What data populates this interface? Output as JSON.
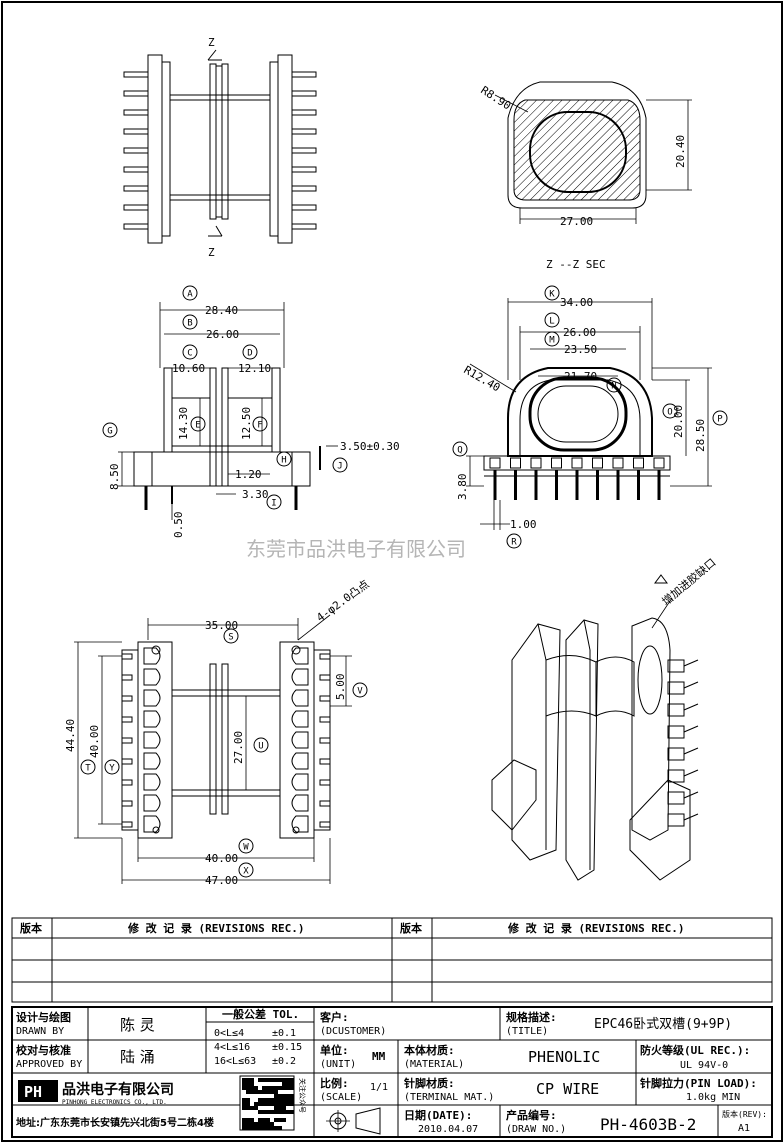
{
  "watermark": "东莞市品洪电子有限公司",
  "section_label": "Z --Z SEC",
  "cut_labels": {
    "top": "Z",
    "bottom": "Z"
  },
  "note": "增加进胶缺口",
  "pin_note": "4-φ2.0凸点",
  "dims": {
    "r890": "R8.90",
    "d2040": "20.40",
    "d2700": "27.00",
    "d2840": "28.40",
    "d2600": "26.00",
    "d1060": "10.60",
    "d1210": "12.10",
    "d1430": "14.30",
    "d1250": "12.50",
    "d350": "3.50±0.30",
    "d850": "8.50",
    "d120": "1.20",
    "d330": "3.30",
    "d050": "0.50",
    "d3400": "34.00",
    "d2600b": "26.00",
    "d2350": "23.50",
    "d2170": "21.70",
    "r1240": "R12.40",
    "d2000": "20.00",
    "d2850": "28.50",
    "d380": "3.80",
    "d100": "1.00",
    "d3500": "35.00",
    "d500": "5.00",
    "d4440": "44.40",
    "d4000": "40.00",
    "d2700b": "27.00",
    "d4000b": "40.00",
    "d4700": "47.00"
  },
  "circle_labels": [
    "A",
    "B",
    "C",
    "D",
    "E",
    "F",
    "G",
    "H",
    "I",
    "J",
    "K",
    "L",
    "M",
    "N",
    "O",
    "P",
    "Q",
    "R",
    "S",
    "T",
    "U",
    "V",
    "W",
    "X",
    "Y"
  ],
  "revisions": {
    "header_left_1": "版本",
    "header_left_2": "修 改 记 录 (REVISIONS REC.)",
    "header_right_1": "版本",
    "header_right_2": "修 改 记 录 (REVISIONS REC.)"
  },
  "title_block": {
    "drawn_label_cn": "设计与绘图",
    "drawn_label_en": "DRAWN BY",
    "drawn_by": "陈 灵",
    "approved_label_cn": "校对与核准",
    "approved_label_en": "APPROVED BY",
    "approved_by": "陆 涌",
    "tol_title": "一般公差 TOL.",
    "tol_rows": [
      {
        "range": "0<L≤4",
        "value": "±0.1"
      },
      {
        "range": "4<L≤16",
        "value": "±0.15"
      },
      {
        "range": "16<L≤63",
        "value": "±0.2"
      }
    ],
    "customer_label_cn": "客户:",
    "customer_label_en": "(DCUSTOMER)",
    "spec_label_cn": "规格描述:",
    "spec_label_en": "(TITLE)",
    "title": "EPC46卧式双槽(9+9P)",
    "unit_label_cn": "单位:",
    "unit_label_en": "(UNIT)",
    "unit": "MM",
    "material_label_cn": "本体材质:",
    "material_label_en": "(MATERIAL)",
    "material": "PHENOLIC",
    "fire_label": "防火等级(UL REC.):",
    "fire": "UL 94V-0",
    "scale_label_cn": "比例:",
    "scale_label_en": "(SCALE)",
    "scale": "1/1",
    "terminal_label_cn": "针脚材质:",
    "terminal_label_en": "(TERMINAL MAT.)",
    "terminal": "CP WIRE",
    "pinload_label": "针脚拉力(PIN LOAD):",
    "pinload": "1.0kg MIN",
    "date_label_cn": "日期(DATE):",
    "date": "2010.04.07",
    "drawno_label_cn": "产品编号:",
    "drawno_label_en": "(DRAW NO.)",
    "drawno": "PH-4603B-2",
    "rev_label": "版本(REV):",
    "rev": "A1",
    "company_cn": "品洪电子有限公司",
    "company_en": "PINHONG ELECTRONICS CO., LTD.",
    "logo_text": "PH",
    "address": "地址:广东东莞市长安镇先兴北街5号二栋4楼",
    "qr_caption": "关注公众号"
  }
}
